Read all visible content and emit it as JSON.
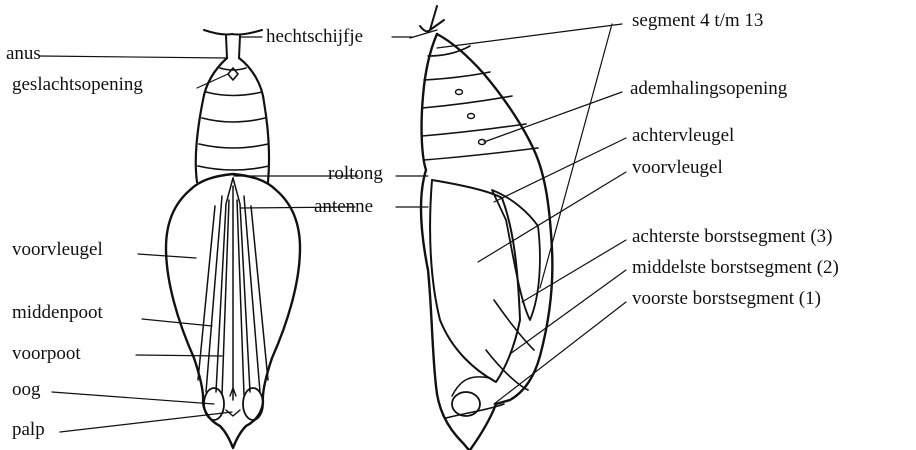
{
  "labels": {
    "anus": "anus",
    "geslachtsopening": "geslachtsopening",
    "hechtschijfje": "hechtschijfje",
    "roltong": "roltong",
    "antenne": "antenne",
    "voorvleugel_left": "voorvleugel",
    "middenpoot": "middenpoot",
    "voorpoot": "voorpoot",
    "oog": "oog",
    "palp": "palp",
    "segment": "segment 4 t/m 13",
    "ademhalingsopening": "ademhalingsopening",
    "achtervleugel": "achtervleugel",
    "voorvleugel_right": "voorvleugel",
    "achterste_borstsegment": "achterste borstsegment (3)",
    "middelste_borstsegment": "middelste borstsegment (2)",
    "voorste_borstsegment": "voorste borstsegment (1)"
  },
  "colors": {
    "ink": "#111111",
    "paper": "#ffffff"
  }
}
